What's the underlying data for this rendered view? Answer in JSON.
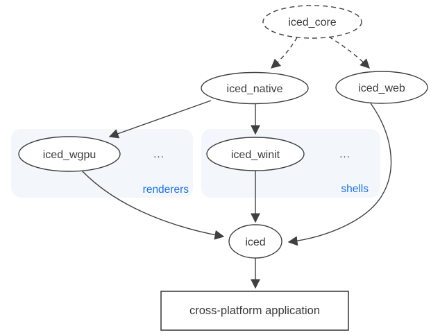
{
  "diagram": {
    "nodes": {
      "iced_core": {
        "label": "iced_core",
        "shape": "ellipse",
        "border": "dashed"
      },
      "iced_native": {
        "label": "iced_native",
        "shape": "ellipse",
        "border": "solid"
      },
      "iced_web": {
        "label": "iced_web",
        "shape": "ellipse",
        "border": "solid"
      },
      "iced_wgpu": {
        "label": "iced_wgpu",
        "shape": "ellipse",
        "border": "solid"
      },
      "iced_winit": {
        "label": "iced_winit",
        "shape": "ellipse",
        "border": "solid"
      },
      "iced": {
        "label": "iced",
        "shape": "ellipse",
        "border": "solid"
      },
      "application": {
        "label": "cross-platform application",
        "shape": "rectangle",
        "border": "solid"
      }
    },
    "groups": {
      "renderers": {
        "label": "renderers",
        "more_indicator": "...",
        "contains": [
          "iced_wgpu"
        ]
      },
      "shells": {
        "label": "shells",
        "more_indicator": "...",
        "contains": [
          "iced_winit"
        ]
      }
    },
    "edges": [
      {
        "from": "iced_core",
        "to": "iced_native",
        "style": "dashed"
      },
      {
        "from": "iced_core",
        "to": "iced_web",
        "style": "dashed"
      },
      {
        "from": "iced_native",
        "to": "iced_wgpu",
        "style": "solid"
      },
      {
        "from": "iced_native",
        "to": "iced_winit",
        "style": "solid"
      },
      {
        "from": "iced_wgpu",
        "to": "iced",
        "style": "solid"
      },
      {
        "from": "iced_winit",
        "to": "iced",
        "style": "solid"
      },
      {
        "from": "iced_web",
        "to": "iced",
        "style": "solid"
      },
      {
        "from": "iced",
        "to": "application",
        "style": "solid"
      }
    ],
    "colors": {
      "background": "#ffffff",
      "node_stroke": "#404040",
      "text_color": "#3a3a3a",
      "group_fill": "#f3f6fa",
      "group_label_accent": "#1a73e8"
    }
  }
}
